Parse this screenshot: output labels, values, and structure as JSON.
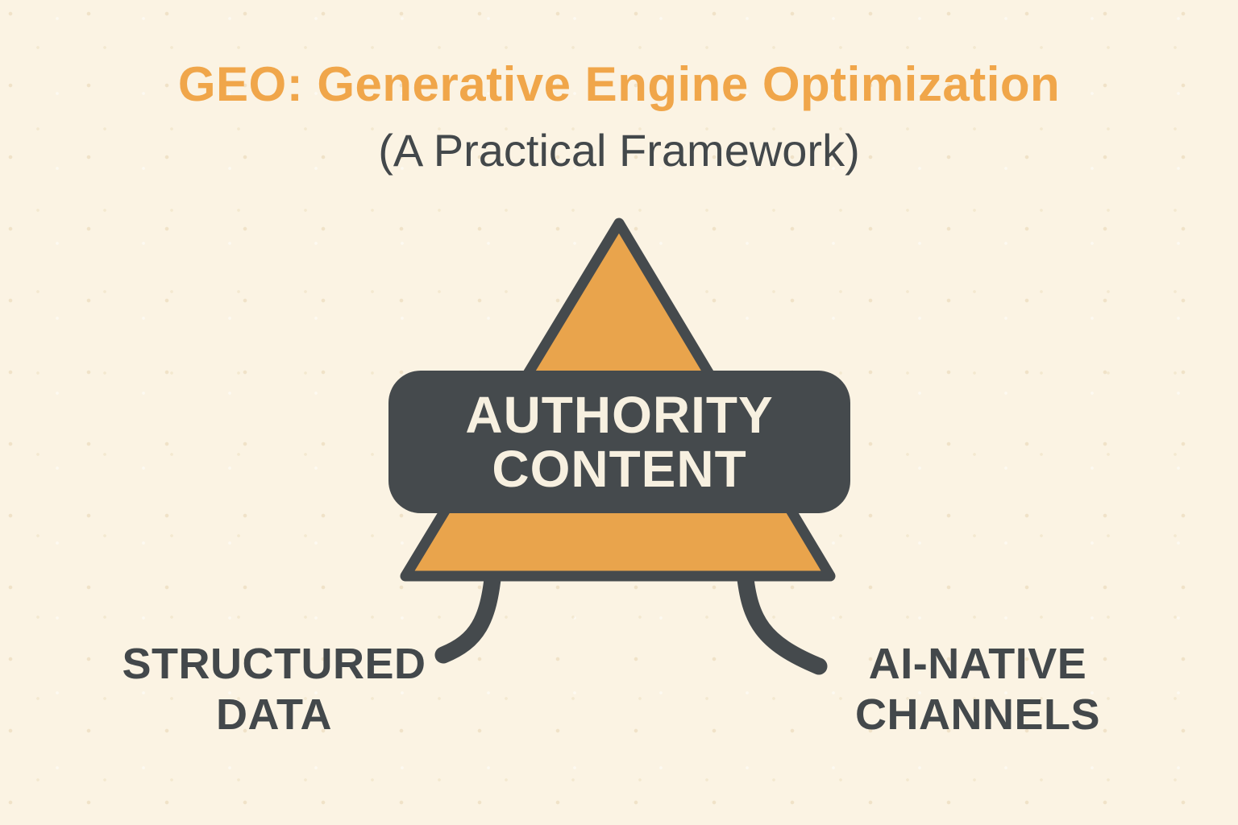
{
  "header": {
    "title": "GEO: Generative Engine Optimization",
    "subtitle": "(A Practical Framework)"
  },
  "pyramid": {
    "banner_line1": "AUTHORITY",
    "banner_line2": "CONTENT"
  },
  "left_node": {
    "line1": "STRUCTURED",
    "line2": "DATA"
  },
  "right_node": {
    "line1": "AI-NATIVE",
    "line2": "CHANNELS"
  },
  "colors": {
    "background": "#fbf3e3",
    "orange": "#e9a44c",
    "title_orange": "#f0a64a",
    "dark": "#454a4d",
    "cream_text": "#f7f0e0",
    "ink": "#43484b"
  }
}
